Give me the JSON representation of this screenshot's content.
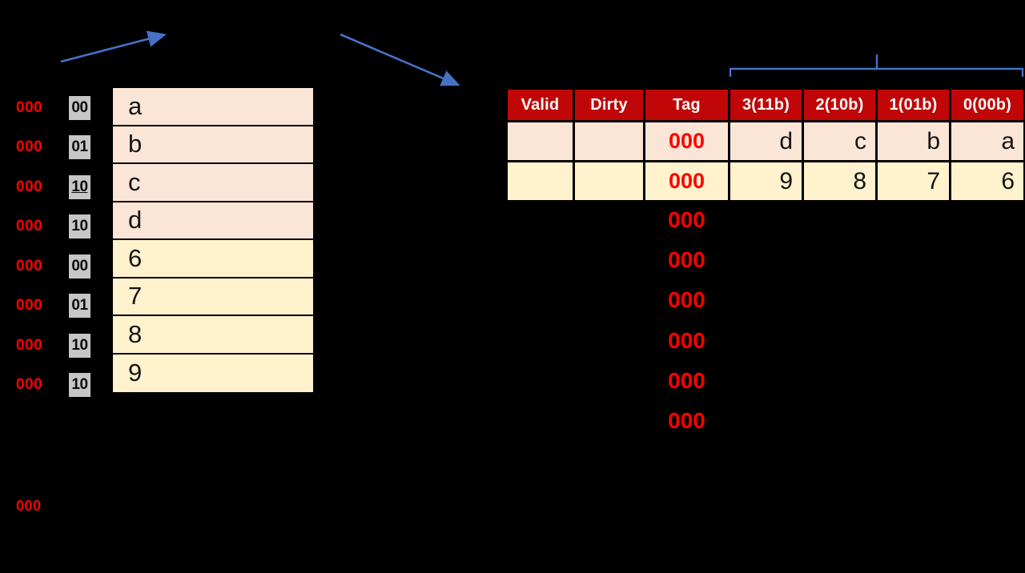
{
  "colors": {
    "background": "#000000",
    "accent_blue": "#4472C4",
    "header_red": "#C00606",
    "tag_red": "#FF0000",
    "row_pink": "#FBE5D6",
    "row_yellow": "#FFF2CC",
    "offset_gray": "#C6C6C6"
  },
  "memory": {
    "rows": [
      {
        "tag": "000",
        "offset": "00",
        "value": "a",
        "band": "pink",
        "offset_underline": false
      },
      {
        "tag": "000",
        "offset": "01",
        "value": "b",
        "band": "pink",
        "offset_underline": false
      },
      {
        "tag": "000",
        "offset": "10",
        "value": "c",
        "band": "pink",
        "offset_underline": true
      },
      {
        "tag": "000",
        "offset": "10",
        "value": "d",
        "band": "pink",
        "offset_underline": false
      },
      {
        "tag": "000",
        "offset": "00",
        "value": "6",
        "band": "yellow",
        "offset_underline": false
      },
      {
        "tag": "000",
        "offset": "01",
        "value": "7",
        "band": "yellow",
        "offset_underline": false
      },
      {
        "tag": "000",
        "offset": "10",
        "value": "8",
        "band": "yellow",
        "offset_underline": false
      },
      {
        "tag": "000",
        "offset": "10",
        "value": "9",
        "band": "yellow",
        "offset_underline": false
      }
    ]
  },
  "cache": {
    "headers": [
      "Valid",
      "Dirty",
      "Tag",
      "3(11b)",
      "2(10b)",
      "1(01b)",
      "0(00b)"
    ],
    "rows": [
      {
        "valid": "",
        "dirty": "",
        "tag": "000",
        "words": [
          "d",
          "c",
          "b",
          "a"
        ],
        "band": "pink"
      },
      {
        "valid": "",
        "dirty": "",
        "tag": "000",
        "words": [
          "9",
          "8",
          "7",
          "6"
        ],
        "band": "yellow"
      }
    ],
    "empty_set_tags": [
      "000",
      "000",
      "000",
      "000",
      "000",
      "000"
    ]
  },
  "footer_label": "000"
}
